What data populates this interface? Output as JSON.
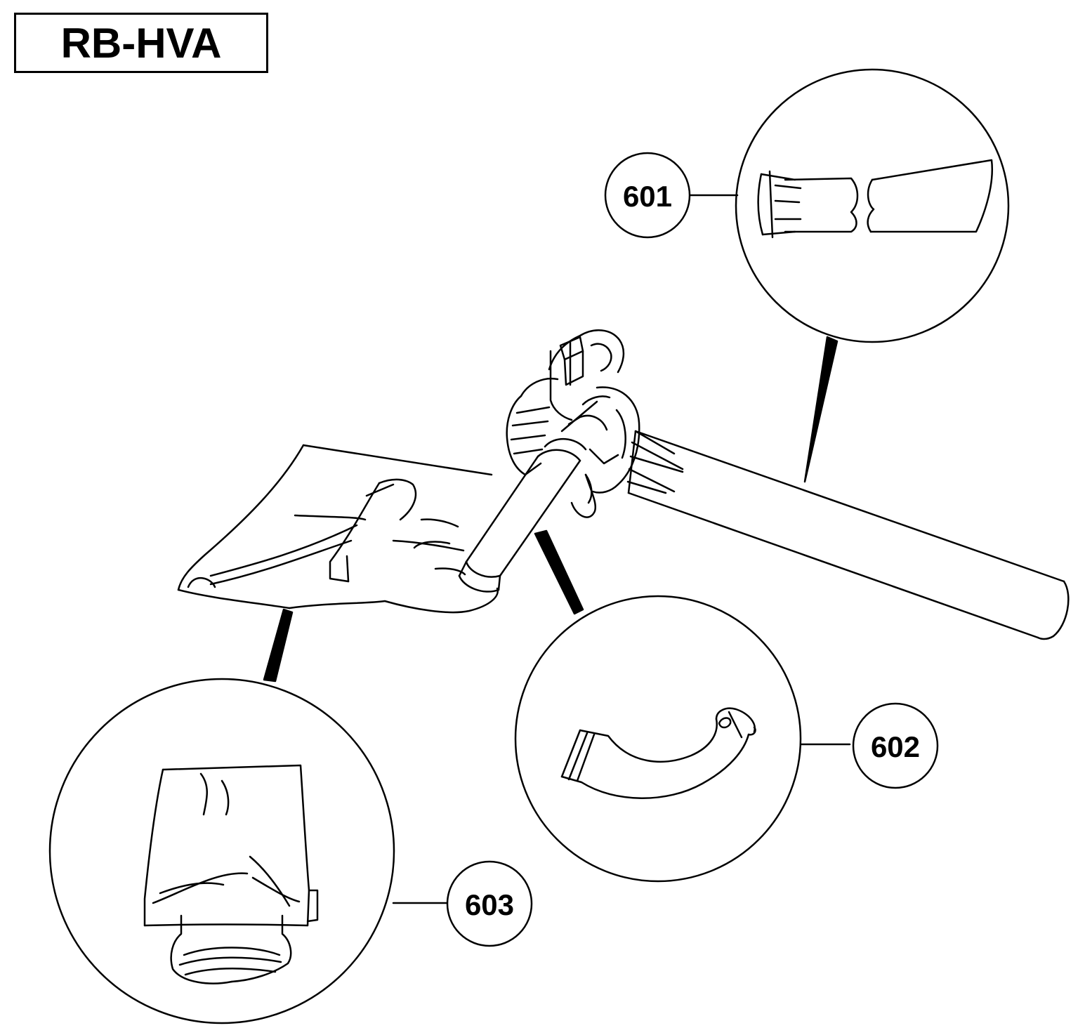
{
  "model": "RB-HVA",
  "callouts": [
    {
      "id": "601",
      "label": "601"
    },
    {
      "id": "602",
      "label": "602"
    },
    {
      "id": "603",
      "label": "603"
    }
  ],
  "colors": {
    "line": "#000000",
    "background": "#ffffff"
  }
}
